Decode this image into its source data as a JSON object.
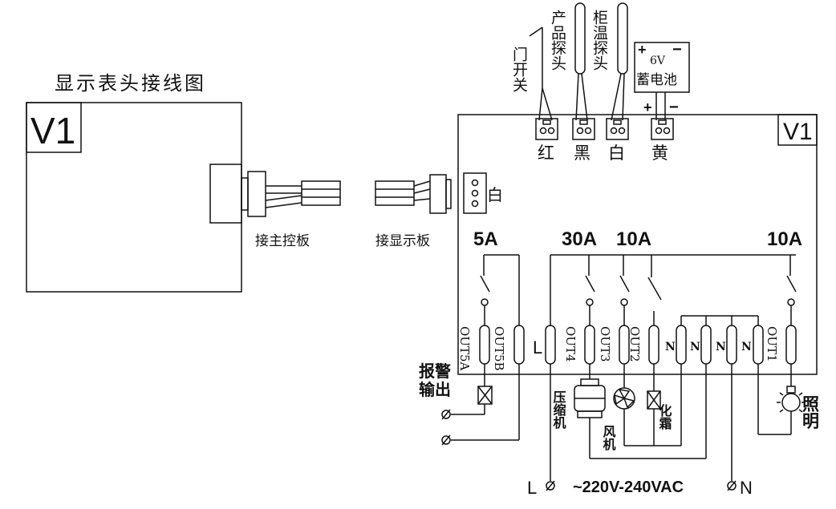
{
  "title": "显示表头接线图",
  "display_panel": {
    "model": "V1"
  },
  "cable_labels": {
    "to_main": "接主控板",
    "to_display": "接显示板"
  },
  "controller": {
    "model": "V1",
    "display_port_color": "白"
  },
  "sensors": [
    {
      "label": "门开关",
      "terminal_color": "红"
    },
    {
      "label": "产品探头",
      "terminal_color": "黑"
    },
    {
      "label": "柜温探头",
      "terminal_color": "白"
    }
  ],
  "battery": {
    "plus": "+",
    "minus": "−",
    "voltage": "6V",
    "label": "蓄电池",
    "terminal_color": "黄",
    "lead_plus": "+",
    "lead_minus": "−"
  },
  "relay_ratings": {
    "alarm": "5A",
    "compressor": "30A",
    "fan": "10A",
    "light": "10A"
  },
  "terminals": [
    "OUT5A",
    "OUT5B",
    "L",
    "OUT4",
    "OUT3",
    "OUT2",
    "N",
    "N",
    "N",
    "N",
    "OUT1"
  ],
  "loads": {
    "alarm": "报警输出",
    "compressor": "压缩机",
    "fan": "风机",
    "defrost": "化霜",
    "light": "照明"
  },
  "power": {
    "l": "L",
    "n": "N",
    "supply": "~220V-240VAC"
  },
  "colors": {
    "line": "#111111",
    "background": "#ffffff"
  }
}
